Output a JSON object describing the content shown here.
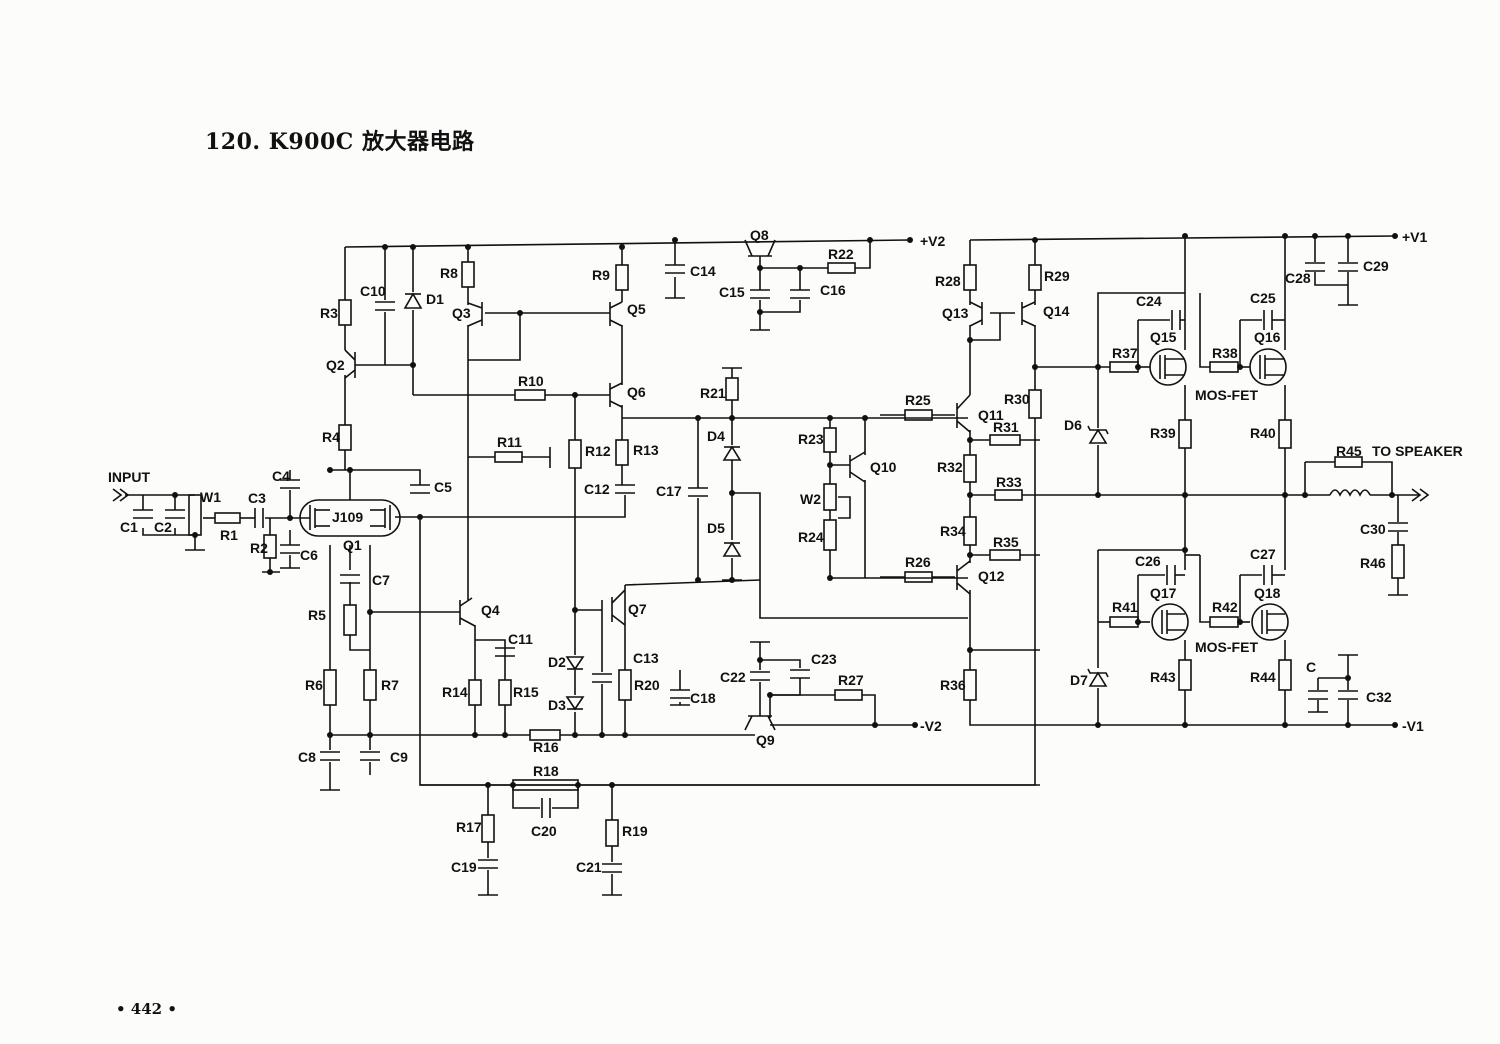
{
  "title": "120. K900C 放大器电路",
  "page_number": "• 442 •",
  "rails": {
    "pos_v2": "+V2",
    "neg_v2": "-V2",
    "pos_v1": "+V1",
    "neg_v1": "-V1"
  },
  "io": {
    "input": "INPUT",
    "output": "TO SPEAKER"
  },
  "device_notes": {
    "q1_type": "J109",
    "mosfet_upper": "MOS-FET",
    "mosfet_lower": "MOS-FET"
  },
  "labels": {
    "R1": "R1",
    "R2": "R2",
    "R3": "R3",
    "R4": "R4",
    "R5": "R5",
    "R6": "R6",
    "R7": "R7",
    "R8": "R8",
    "R9": "R9",
    "R10": "R10",
    "R11": "R11",
    "R12": "R12",
    "R13": "R13",
    "R14": "R14",
    "R15": "R15",
    "R16": "R16",
    "R17": "R17",
    "R18": "R18",
    "R19": "R19",
    "R20": "R20",
    "R21": "R21",
    "R22": "R22",
    "R23": "R23",
    "R24": "R24",
    "R25": "R25",
    "R26": "R26",
    "R27": "R27",
    "R28": "R28",
    "R29": "R29",
    "R30": "R30",
    "R31": "R31",
    "R32": "R32",
    "R33": "R33",
    "R34": "R34",
    "R35": "R35",
    "R36": "R36",
    "R37": "R37",
    "R38": "R38",
    "R39": "R39",
    "R40": "R40",
    "R41": "R41",
    "R42": "R42",
    "R43": "R43",
    "R44": "R44",
    "R45": "R45",
    "R46": "R46",
    "C1": "C1",
    "C2": "C2",
    "C3": "C3",
    "C4": "C4",
    "C5": "C5",
    "C6": "C6",
    "C7": "C7",
    "C8": "C8",
    "C9": "C9",
    "C10": "C10",
    "C11": "C11",
    "C12": "C12",
    "C13": "C13",
    "C14": "C14",
    "C15": "C15",
    "C16": "C16",
    "C17": "C17",
    "C18": "C18",
    "C19": "C19",
    "C20": "C20",
    "C21": "C21",
    "C22": "C22",
    "C23": "C23",
    "C24": "C24",
    "C25": "C25",
    "C26": "C26",
    "C27": "C27",
    "C28": "C28",
    "C29": "C29",
    "C30": "C30",
    "C31": "C",
    "C32": "C32",
    "Q1": "Q1",
    "Q2": "Q2",
    "Q3": "Q3",
    "Q4": "Q4",
    "Q5": "Q5",
    "Q6": "Q6",
    "Q7": "Q7",
    "Q8": "Q8",
    "Q9": "Q9",
    "Q10": "Q10",
    "Q11": "Q11",
    "Q12": "Q12",
    "Q13": "Q13",
    "Q14": "Q14",
    "Q15": "Q15",
    "Q16": "Q16",
    "Q17": "Q17",
    "Q18": "Q18",
    "D1": "D1",
    "D2": "D2",
    "D3": "D3",
    "D4": "D4",
    "D5": "D5",
    "D6": "D6",
    "D7": "D7",
    "W1": "W1",
    "W2": "W2"
  }
}
